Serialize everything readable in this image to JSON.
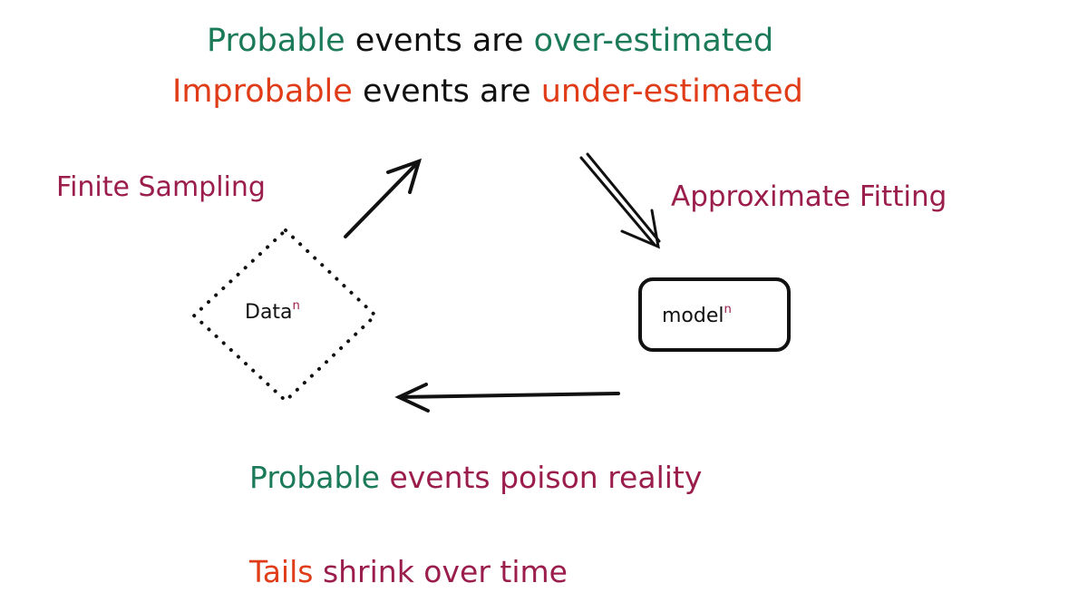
{
  "headline": {
    "line1": {
      "a": "Probable",
      "b": " events are ",
      "c": "over-estimated"
    },
    "line2": {
      "a": "Improbable",
      "b": " events are ",
      "c": "under-estimated"
    }
  },
  "labels": {
    "finite_sampling": "Finite Sampling",
    "approximate_fitting": "Approximate Fitting"
  },
  "nodes": {
    "data": {
      "label": "Data",
      "superscript": "n"
    },
    "model": {
      "label": "model",
      "superscript": "n"
    }
  },
  "footer": {
    "line1": {
      "a": "Probable",
      "b": " events poison reality"
    },
    "line2": {
      "a": "Tails",
      "b": " shrink over time"
    }
  },
  "colors": {
    "green": "#1b7a58",
    "red": "#e03c18",
    "maroon": "#9b1d4c",
    "ink": "#111111"
  }
}
